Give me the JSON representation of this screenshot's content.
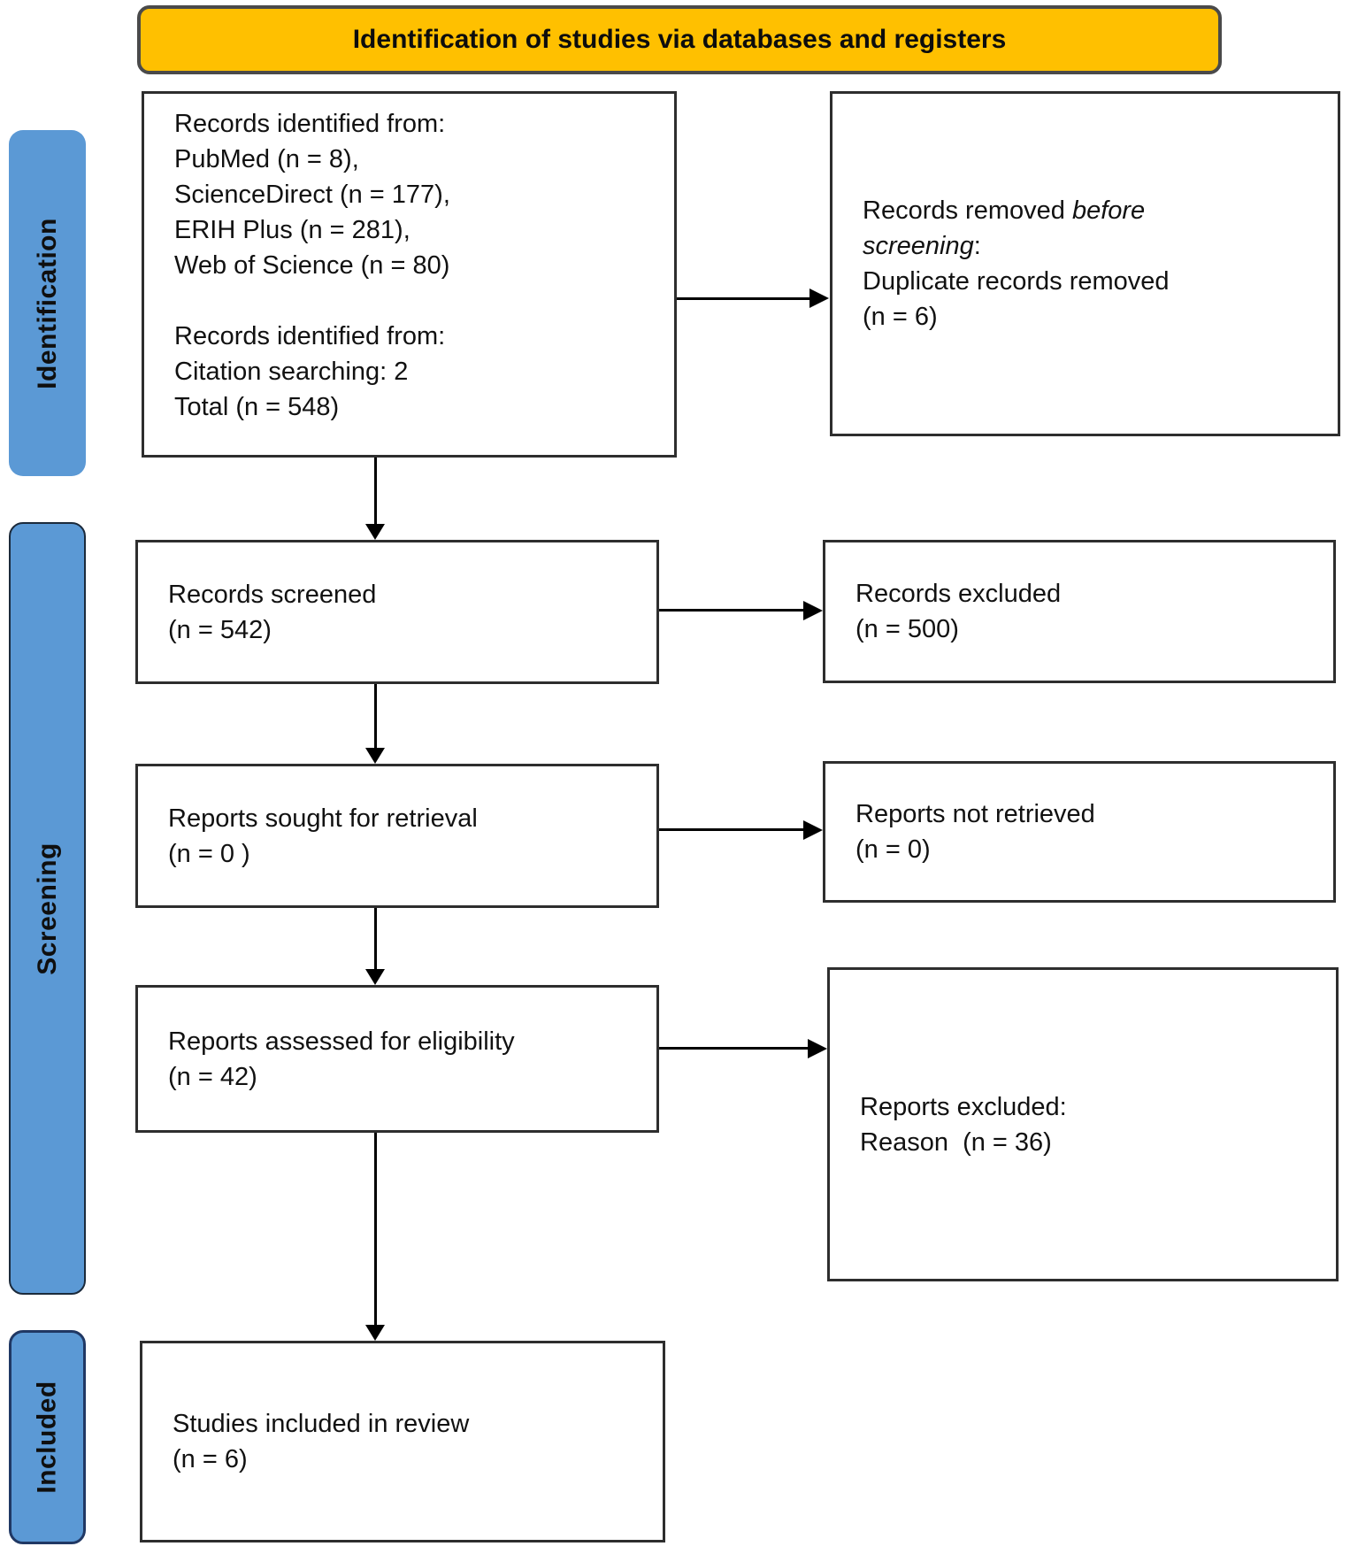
{
  "banner": {
    "title": "Identification of studies via databases and registers"
  },
  "sidebar": {
    "stages": [
      {
        "label": "Identification"
      },
      {
        "label": "Screening"
      },
      {
        "label": "Included"
      }
    ]
  },
  "boxes": {
    "identified": {
      "lines": [
        "Records identified from:",
        "PubMed (n = 8),",
        "ScienceDirect (n = 177),",
        "ERIH Plus (n = 281),",
        "Web of Science (n = 80)",
        "",
        "Records identified from:",
        "Citation searching: 2",
        "Total (n = 548)"
      ]
    },
    "removed": {
      "prefix": "Records removed ",
      "italic_a": "before",
      "italic_b": "screening",
      "colon": ":",
      "line2": "Duplicate records removed",
      "line3": "(n = 6)"
    },
    "screened": {
      "lines": [
        "Records screened",
        "(n = 542)"
      ]
    },
    "excluded": {
      "lines": [
        "Records excluded",
        "(n = 500)"
      ]
    },
    "sought": {
      "lines": [
        "Reports sought for retrieval",
        "(n = 0 )"
      ]
    },
    "not_retrieved": {
      "lines": [
        "Reports not retrieved",
        "(n = 0)"
      ]
    },
    "assessed": {
      "lines": [
        "Reports assessed for eligibility",
        "(n = 42)"
      ]
    },
    "reports_excluded": {
      "lines": [
        "Reports excluded:",
        "Reason  (n = 36)"
      ]
    },
    "included_studies": {
      "lines": [
        "Studies included in review",
        "(n = 6)"
      ]
    }
  },
  "colors": {
    "banner_bg": "#FFC000",
    "banner_border": "#4a4a4a",
    "stage_bg": "#5B99D5",
    "stage_border_included": "#203864",
    "box_border": "#2e2e2e",
    "arrow": "#000000"
  }
}
